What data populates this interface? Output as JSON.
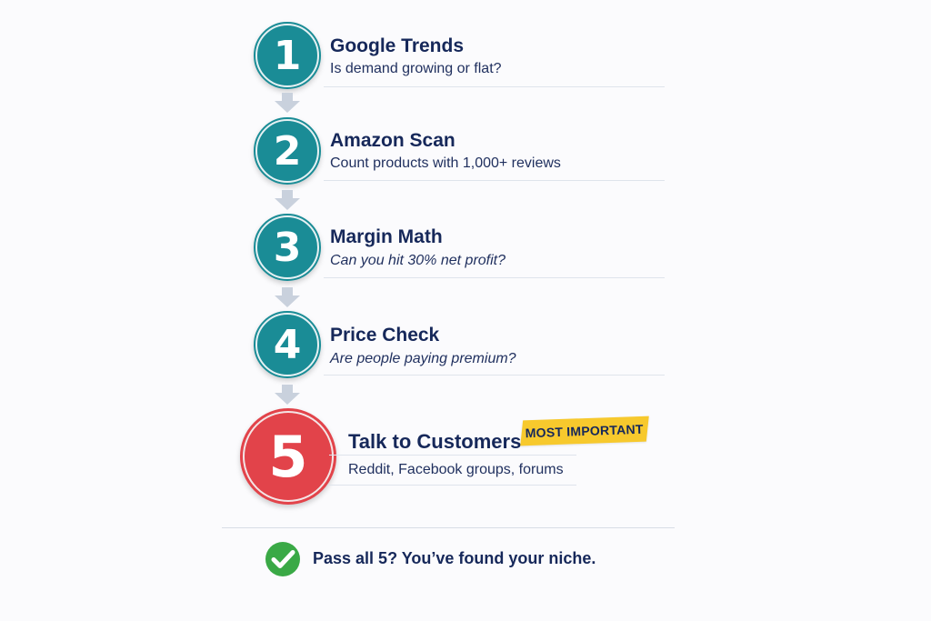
{
  "steps": [
    {
      "number": "1",
      "title": "Google Trends",
      "subtitle": "Is demand growing or flat?"
    },
    {
      "number": "2",
      "title": "Amazon Scan",
      "subtitle": "Count products with 1,000+ reviews"
    },
    {
      "number": "3",
      "title": "Margin Math",
      "subtitle": "Can you hit 30% net profit?"
    },
    {
      "number": "4",
      "title": "Price Check",
      "subtitle": "Are people paying premium?"
    },
    {
      "number": "5",
      "title": "Talk to Customers",
      "subtitle": "Reddit, Facebook groups, forums",
      "badge": "MOST IMPORTANT"
    }
  ],
  "footer": {
    "text": "Pass all 5?  You’ve found your niche.",
    "icon": "check-circle-icon"
  },
  "colors": {
    "teal": "#1a8c96",
    "red": "#e2434a",
    "navy": "#16285a",
    "badge_yellow": "#f7c92d",
    "check_green": "#3aa946",
    "arrow_gray": "#c9d1dd"
  }
}
